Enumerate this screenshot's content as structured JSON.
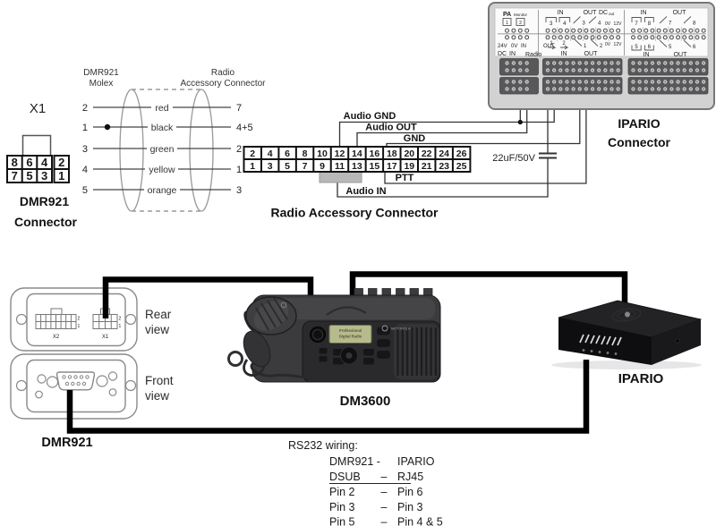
{
  "x1_block": {
    "title": "X1",
    "pins_top": [
      "8",
      "6",
      "4",
      "2"
    ],
    "pins_bottom": [
      "7",
      "5",
      "3",
      "1"
    ],
    "caption_line1": "DMR921",
    "caption_line2": "Connector"
  },
  "molex_cable": {
    "left_header_line1": "DMR921",
    "left_header_line2": "Molex",
    "right_header_line1": "Radio",
    "right_header_line2": "Accessory Connector",
    "wires": [
      {
        "left_pin": "2",
        "color_name": "red",
        "right_pin": "7"
      },
      {
        "left_pin": "1",
        "color_name": "black",
        "right_pin": "4+5"
      },
      {
        "left_pin": "3",
        "color_name": "green",
        "right_pin": "2"
      },
      {
        "left_pin": "4",
        "color_name": "yellow",
        "right_pin": "1"
      },
      {
        "left_pin": "5",
        "color_name": "orange",
        "right_pin": "3"
      }
    ]
  },
  "accessory_connector": {
    "caption": "Radio Accessory Connector",
    "pins_top": [
      "2",
      "4",
      "6",
      "8",
      "10",
      "12",
      "14",
      "16",
      "18",
      "20",
      "22",
      "24",
      "26"
    ],
    "pins_bottom": [
      "1",
      "3",
      "5",
      "7",
      "9",
      "11",
      "13",
      "15",
      "17",
      "19",
      "21",
      "23",
      "25"
    ]
  },
  "signals": {
    "audio_gnd": "Audio GND",
    "audio_out": "Audio OUT",
    "gnd": "GND",
    "ptt": "PTT",
    "audio_in": "Audio IN",
    "capacitor_value": "22uF/50V"
  },
  "ipario_terminal": {
    "caption_line1": "IPARIO",
    "caption_line2": "Connector",
    "pa": "PA",
    "monitor": "Monitor",
    "in": "IN",
    "out": "OUT",
    "dc": "DC",
    "out_sub": "out",
    "radio": "Radio",
    "v24": "24V",
    "v0": "0V",
    "v12": "12V",
    "n1": "1",
    "n2": "2",
    "n3": "3",
    "n4": "4",
    "n5": "5",
    "n6": "6",
    "n7": "7",
    "n8": "8"
  },
  "dmr921_device": {
    "rear_line1": "Rear",
    "rear_line2": "view",
    "front_line1": "Front",
    "front_line2": "view",
    "x2_label": "X2",
    "x1_label": "X1",
    "pin2": "2",
    "pin1": "1",
    "caption": "DMR921"
  },
  "dm3600_device": {
    "caption": "DM3600",
    "display_line1": "Professional",
    "display_line2": "Digital Radio",
    "brand": "MOTOROLA"
  },
  "ipario_device": {
    "caption": "IPARIO"
  },
  "rs232": {
    "title": "RS232 wiring:",
    "rows": [
      {
        "left": "DMR921 -",
        "dash": "",
        "right": "IPARIO"
      },
      {
        "left": "DSUB",
        "dash": "–",
        "right": "RJ45"
      },
      {
        "left": "Pin 2",
        "dash": "–",
        "right": "Pin 6"
      },
      {
        "left": "Pin 3",
        "dash": "–",
        "right": "Pin 3"
      },
      {
        "left": "Pin 5",
        "dash": "–",
        "right": "Pin 4 & 5"
      }
    ]
  },
  "colors": {
    "wire": "#333333",
    "cable": "#000000",
    "terminal_strip": "#58585a",
    "block_fill": "#d2d2d2",
    "connector_tab": "#b8b8b8",
    "radio_display": "#b7ba8c"
  }
}
